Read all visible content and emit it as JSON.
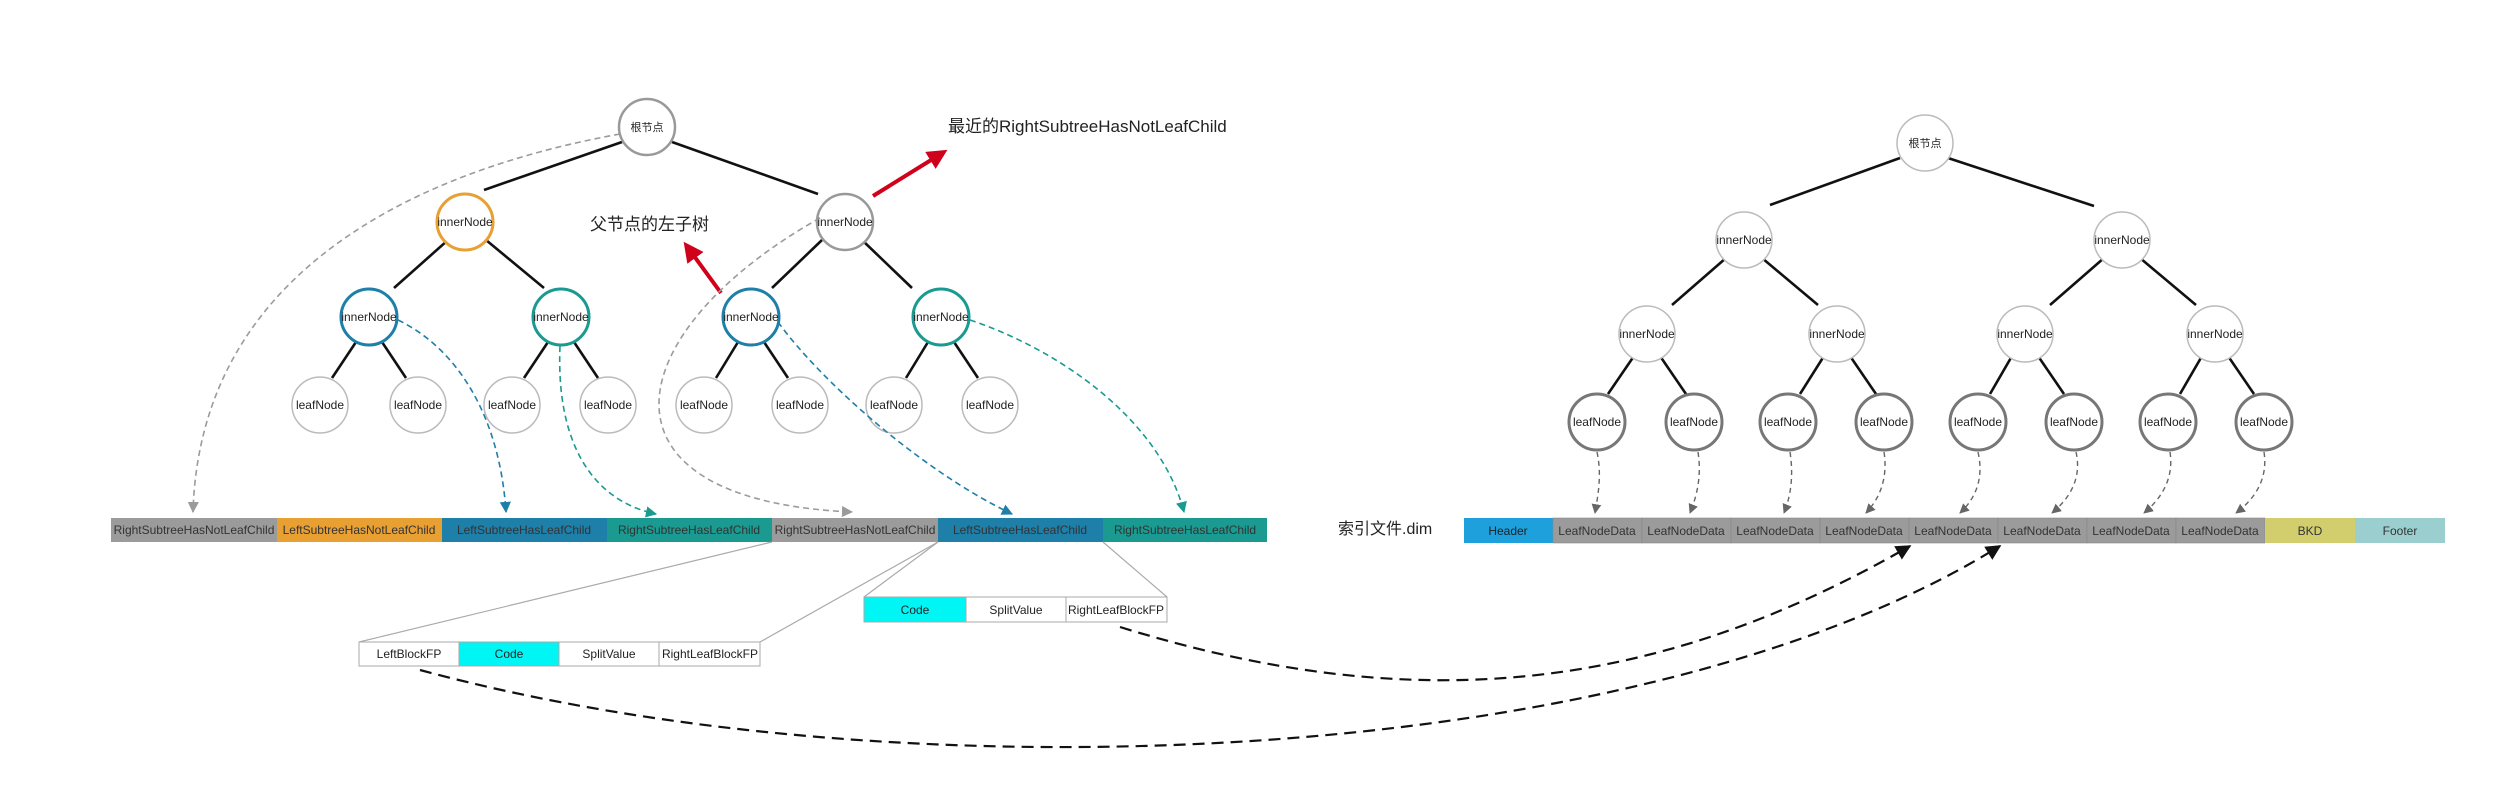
{
  "left_tree": {
    "root_label": "根节点",
    "inner_label": "innerNode",
    "leaf_label": "leafNode"
  },
  "annotations": {
    "nearest_right": "最近的RightSubtreeHasNotLeafChild",
    "parent_left": "父节点的左子树"
  },
  "left_array": [
    "RightSubtreeHasNotLeafChild",
    "LeftSubtreeHasNotLeafChild",
    "LeftSubtreeHasLeafChild",
    "RightSubtreeHasLeafChild",
    "RightSubtreeHasNotLeafChild",
    "LeftSubtreeHasLeafChild",
    "RightSubtreeHasLeafChild"
  ],
  "block_a": [
    "LeftBlockFP",
    "Code",
    "SplitValue",
    "RightLeafBlockFP"
  ],
  "block_b": [
    "Code",
    "SplitValue",
    "RightLeafBlockFP"
  ],
  "right_tree": {
    "root_label": "根节点",
    "inner_label": "innerNode",
    "leaf_label": "leafNode"
  },
  "index_file": {
    "title": "索引文件.dim",
    "segments": [
      "Header",
      "LeafNodeData",
      "LeafNodeData",
      "LeafNodeData",
      "LeafNodeData",
      "LeafNodeData",
      "LeafNodeData",
      "LeafNodeData",
      "LeafNodeData",
      "BKD",
      "Footer"
    ]
  },
  "colors": {
    "orange": "#E8A033",
    "blue": "#1E7FA8",
    "teal": "#1A9A90",
    "gray_segment": "#9b9b9b",
    "cyan": "#00F5F5",
    "red_arrow": "#D0021B",
    "header_blue": "#1EA0DC",
    "bkd_yellow": "#D2CE6E",
    "footer_teal": "#9BCFCF"
  }
}
